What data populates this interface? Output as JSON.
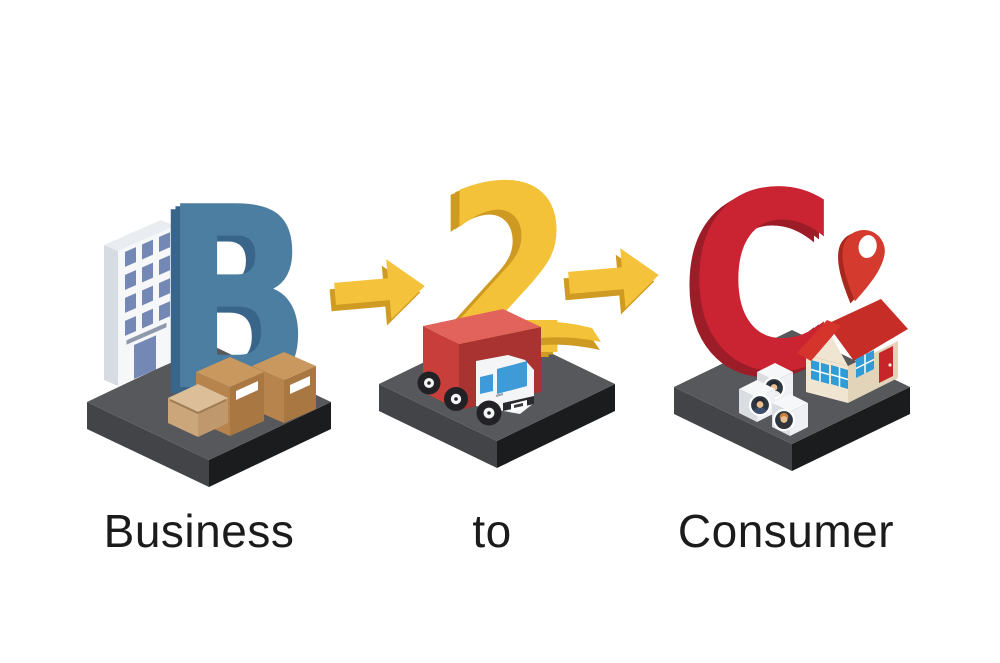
{
  "meta": {
    "description": "B2C isometric concept illustration: Business to Consumer"
  },
  "groups": [
    {
      "letter": "B",
      "label": "Business",
      "letter_color": "#4C7EA1",
      "letter_shadow": "#39658A",
      "icons": [
        "office-building",
        "cardboard-boxes",
        "platform"
      ]
    },
    {
      "letter": "2",
      "label": "to",
      "letter_color": "#F4C238",
      "letter_shadow": "#CE9A22",
      "icons": [
        "delivery-truck",
        "platform"
      ]
    },
    {
      "letter": "C",
      "label": "Consumer",
      "letter_color": "#CA2433",
      "letter_shadow": "#9C1C27",
      "icons": [
        "location-pin",
        "house",
        "customer-avatars",
        "platform"
      ]
    }
  ],
  "arrows": {
    "count": 2,
    "face": "#F5C33B",
    "shadow": "#D09B23"
  },
  "colors": {
    "background": "#FFFFFF",
    "platform_top": "#57585C",
    "platform_left": "#434448",
    "platform_right": "#1B1C1E",
    "text": "#1B1B1B",
    "truck_red": "#C83E3A",
    "roof_red": "#D5342C",
    "window_blue": "#2F9CD8",
    "box_brown": "#B7844E",
    "pin_red": "#D53A2F"
  }
}
